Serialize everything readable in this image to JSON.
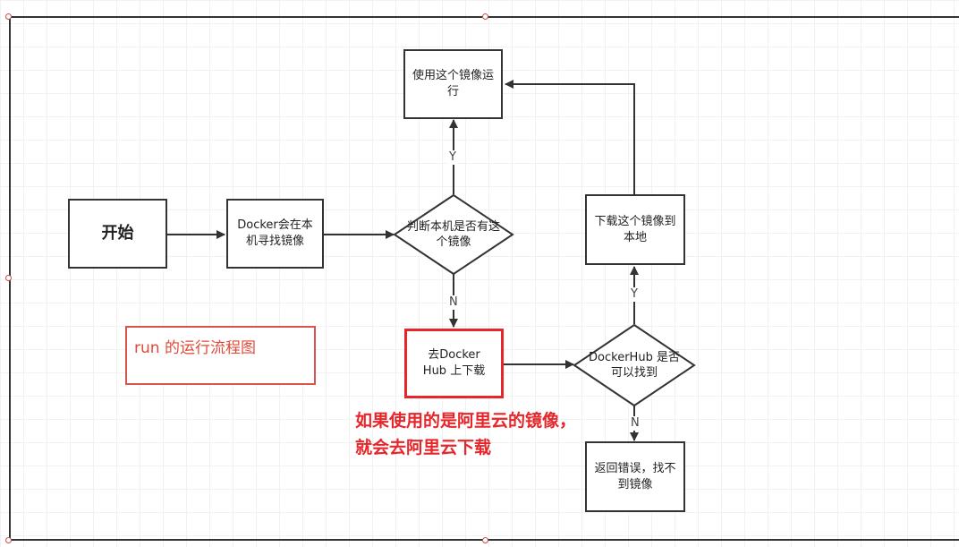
{
  "diagram": {
    "nodes": {
      "start": "开始",
      "docker_local_search": "Docker会在本机寻找镜像",
      "decision_local": "判断本机是否有这个镜像",
      "run_image": "使用这个镜像运行",
      "go_dockerhub": "去Docker Hub 上下载",
      "decision_hub": "DockerHub 是否可以找到",
      "download_local": "下载这个镜像到本地",
      "return_error": "返回错误，找不到镜像"
    },
    "edge_labels": {
      "yes_local": "Y",
      "no_local": "N",
      "yes_hub": "Y",
      "no_hub": "N"
    },
    "note": "run 的运行流程图",
    "annotation": "如果使用的是阿里云的镜像，就会去阿里云下载"
  },
  "colors": {
    "stroke": "#333333",
    "highlight": "#e6262b",
    "note_text": "#e04a3a"
  }
}
